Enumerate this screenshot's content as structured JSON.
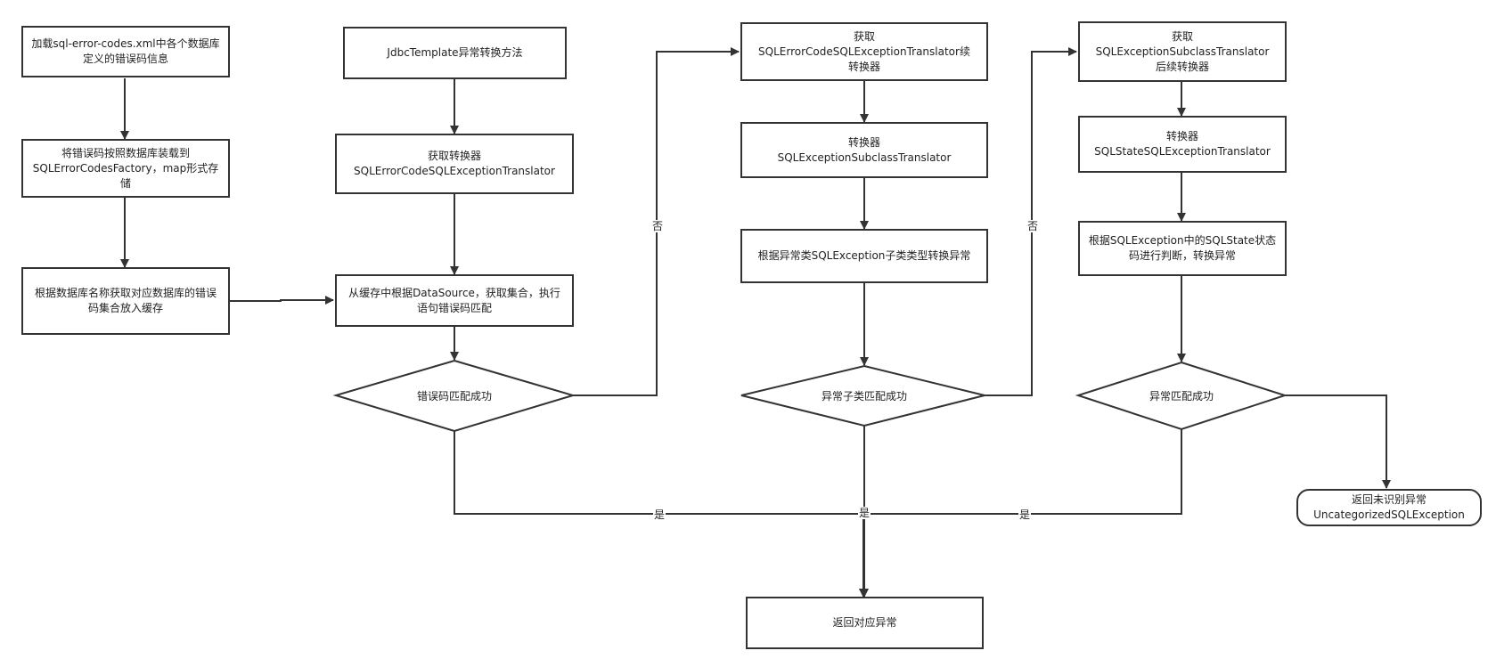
{
  "nodes": {
    "load_xml": "加载sql-error-codes.xml中各个数据库定义的错误码信息",
    "load_factory": "将错误码按照数据库装载到SQLErrorCodesFactory，map形式存储",
    "cache_codes": "根据数据库名称获取对应数据库的错误码集合放入缓存",
    "jdbc_method": "JdbcTemplate异常转换方法",
    "get_translator_line1": "获取转换器",
    "get_translator_line2": "SQLErrorCodeSQLExceptionTranslator",
    "match_from_cache": "从缓存中根据DataSource，获取集合，执行语句错误码匹配",
    "errcode_match": "错误码匹配成功",
    "get_next1_line1": "获取",
    "get_next1_line2": "SQLErrorCodeSQLExceptionTranslator续",
    "get_next1_line3": "转换器",
    "subclass_tr_line1": "转换器",
    "subclass_tr_line2": "SQLExceptionSubclassTranslator",
    "subclass_convert": "根据异常类SQLException子类类型转换异常",
    "subclass_match": "异常子类匹配成功",
    "get_next2_line1": "获取",
    "get_next2_line2": "SQLExceptionSubclassTranslator",
    "get_next2_line3": "后续转换器",
    "state_tr_line1": "转换器",
    "state_tr_line2": "SQLStateSQLExceptionTranslator",
    "state_convert": "根据SQLException中的SQLState状态码进行判断，转换异常",
    "state_match": "异常匹配成功",
    "uncategorized_line1": "返回未识别异常",
    "uncategorized_line2": "UncategorizedSQLException",
    "return_exception": "返回对应异常"
  },
  "edge_labels": {
    "no_1": "否",
    "no_2": "否",
    "yes_1": "是",
    "yes_2": "是",
    "yes_3": "是"
  },
  "colors": {
    "line": "#333333",
    "text": "#222222",
    "background": "#ffffff"
  }
}
